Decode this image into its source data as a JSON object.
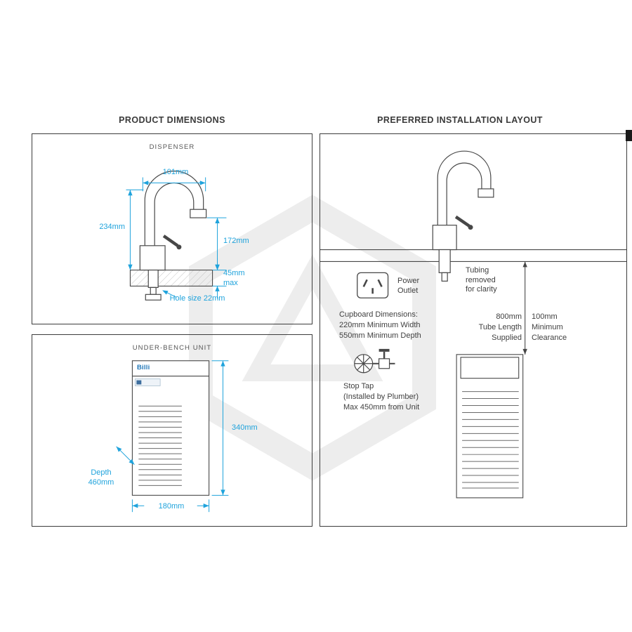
{
  "headers": {
    "left": "PRODUCT DIMENSIONS",
    "right": "PREFERRED INSTALLATION LAYOUT"
  },
  "colors": {
    "accent": "#1fa3dc",
    "ink": "#3f3f3f"
  },
  "dispenser": {
    "title": "DISPENSER",
    "dim_width": "101mm",
    "dim_height": "234mm",
    "dim_spout": "172mm",
    "dim_bench": [
      "45mm",
      "max"
    ],
    "hole": "Hole size 22mm"
  },
  "underbench": {
    "title": "UNDER-BENCH UNIT",
    "brand": "Billi",
    "dim_height": "340mm",
    "dim_depth": [
      "Depth",
      "460mm"
    ],
    "dim_width": "180mm"
  },
  "installation": {
    "power_outlet": [
      "Power",
      "Outlet"
    ],
    "tubing": [
      "Tubing",
      "removed",
      "for clarity"
    ],
    "cupboard": [
      "Cupboard Dimensions:",
      "220mm Minimum Width",
      "550mm Minimum Depth"
    ],
    "tube_length": [
      "800mm",
      "Tube Length",
      "Supplied"
    ],
    "clearance": [
      "100mm",
      "Minimum",
      "Clearance"
    ],
    "stop_tap": [
      "Stop Tap",
      "(Installed by Plumber)",
      "Max 450mm from Unit"
    ]
  }
}
